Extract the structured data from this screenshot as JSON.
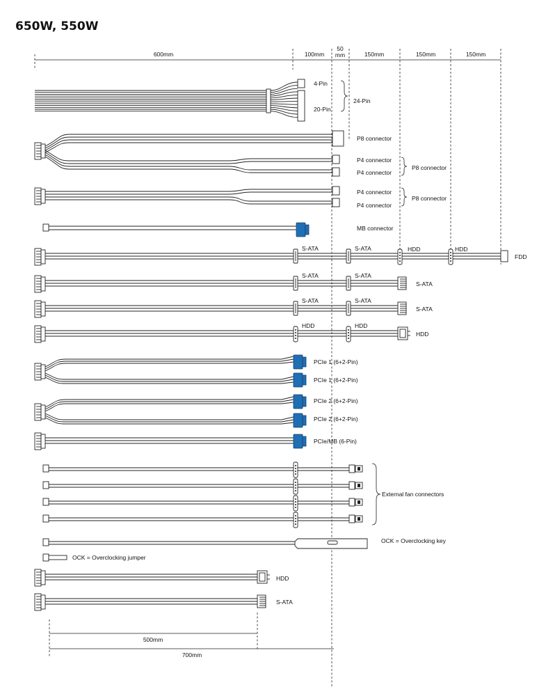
{
  "title": "650W, 550W",
  "top_dimensions": [
    "600mm",
    "100mm",
    "50",
    "mm",
    "150mm",
    "150mm",
    "150mm"
  ],
  "bottom_dimensions": [
    "500mm",
    "700mm"
  ],
  "labels": {
    "pin4": "4-Pin",
    "pin20": "20-Pin",
    "pin24": "24-Pin",
    "p8": "P8 connector",
    "p4": "P4 connector",
    "mb": "MB connector",
    "sata": "S-ATA",
    "hdd": "HDD",
    "fdd": "FDD",
    "pcie1": "PCIe 1 (6+2-Pin)",
    "pcie2": "PCIe 2 (6+2-Pin)",
    "pcie_mb": "PCIe/MB (6-Pin)",
    "fans": "External fan connectors",
    "ock_key": "OCK = Overclocking key",
    "ock_jumper": "OCK = Overclocking jumper"
  }
}
